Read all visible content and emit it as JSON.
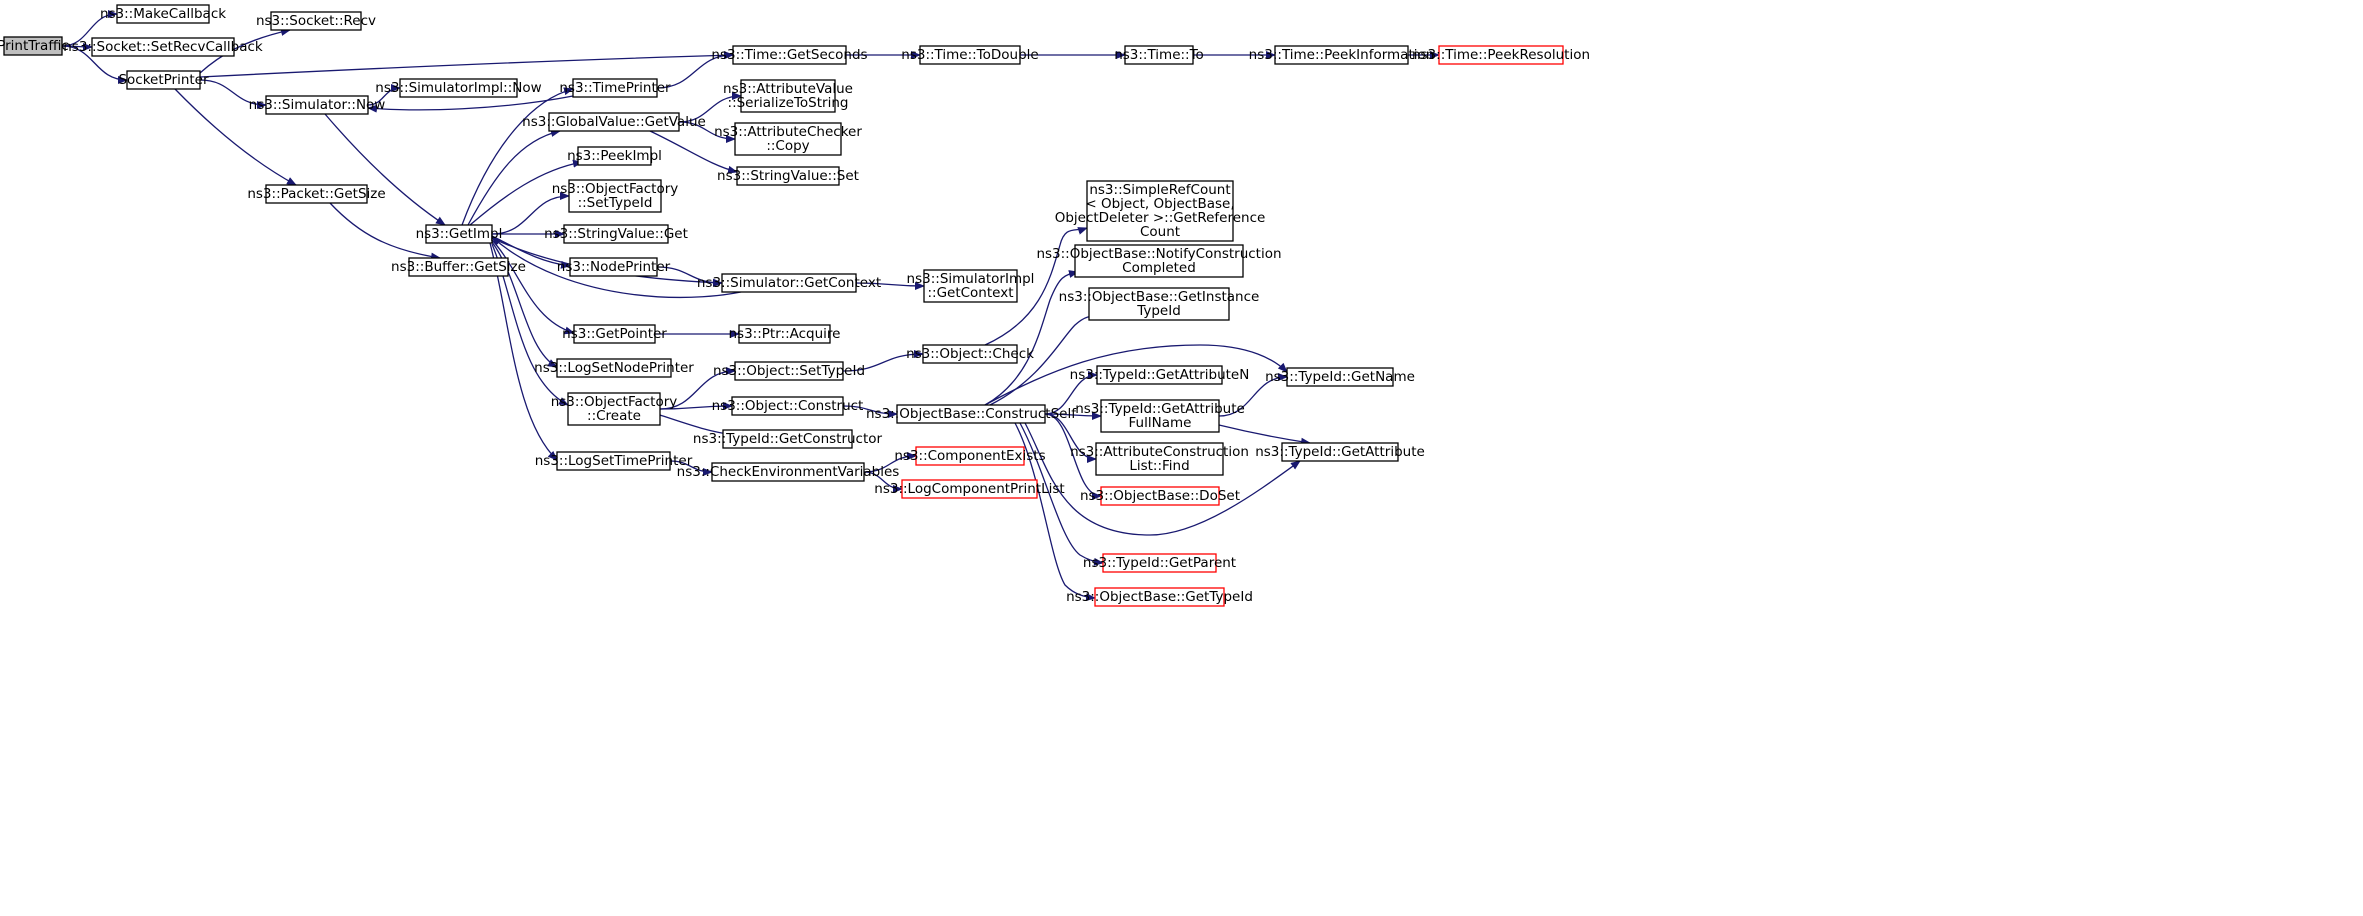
{
  "diagram": {
    "edge_color": "#191970",
    "root_fill": "#bfbfbf",
    "truncated_border": "#ff0000",
    "nodes": [
      {
        "id": "PrintTraffic",
        "lines": [
          "PrintTraffic"
        ],
        "root": true
      },
      {
        "id": "MakeCallback",
        "lines": [
          "ns3::MakeCallback"
        ]
      },
      {
        "id": "SetRecvCallback",
        "lines": [
          "ns3::Socket::SetRecvCallback"
        ]
      },
      {
        "id": "SocketPrinter",
        "lines": [
          "SocketPrinter"
        ]
      },
      {
        "id": "SocketRecv",
        "lines": [
          "ns3::Socket::Recv"
        ]
      },
      {
        "id": "TimeGetSeconds",
        "lines": [
          "ns3::Time::GetSeconds"
        ]
      },
      {
        "id": "SimulatorNow",
        "lines": [
          "ns3::Simulator::Now"
        ]
      },
      {
        "id": "PacketGetSize",
        "lines": [
          "ns3::Packet::GetSize"
        ]
      },
      {
        "id": "SimulatorImplNow",
        "lines": [
          "ns3::SimulatorImpl::Now"
        ]
      },
      {
        "id": "GetImpl",
        "lines": [
          "ns3::GetImpl"
        ]
      },
      {
        "id": "BufferGetSize",
        "lines": [
          "ns3::Buffer::GetSize"
        ]
      },
      {
        "id": "TimePrinter",
        "lines": [
          "ns3::TimePrinter"
        ]
      },
      {
        "id": "GlobalValueGetValue",
        "lines": [
          "ns3::GlobalValue::GetValue"
        ]
      },
      {
        "id": "PeekImpl",
        "lines": [
          "ns3::PeekImpl"
        ]
      },
      {
        "id": "ObjectFactorySetTypeId",
        "lines": [
          "ns3::ObjectFactory",
          "::SetTypeId"
        ]
      },
      {
        "id": "StringValueGet",
        "lines": [
          "ns3::StringValue::Get"
        ]
      },
      {
        "id": "NodePrinter",
        "lines": [
          "ns3::NodePrinter"
        ]
      },
      {
        "id": "GetPointer",
        "lines": [
          "ns3::GetPointer"
        ]
      },
      {
        "id": "LogSetNodePrinter",
        "lines": [
          "ns3::LogSetNodePrinter"
        ]
      },
      {
        "id": "ObjectFactoryCreate",
        "lines": [
          "ns3::ObjectFactory",
          "::Create"
        ]
      },
      {
        "id": "LogSetTimePrinter",
        "lines": [
          "ns3::LogSetTimePrinter"
        ]
      },
      {
        "id": "TimeToDouble",
        "lines": [
          "ns3::Time::ToDouble"
        ]
      },
      {
        "id": "TimeTo",
        "lines": [
          "ns3::Time::To"
        ]
      },
      {
        "id": "TimePeekInformation",
        "lines": [
          "ns3::Time::PeekInformation"
        ]
      },
      {
        "id": "TimePeekResolution",
        "lines": [
          "ns3::Time::PeekResolution"
        ],
        "truncated": true
      },
      {
        "id": "AttributeValueSerializeToString",
        "lines": [
          "ns3::AttributeValue",
          "::SerializeToString"
        ]
      },
      {
        "id": "AttributeCheckerCopy",
        "lines": [
          "ns3::AttributeChecker",
          "::Copy"
        ]
      },
      {
        "id": "StringValueSet",
        "lines": [
          "ns3::StringValue::Set"
        ]
      },
      {
        "id": "SimulatorGetContext",
        "lines": [
          "ns3::Simulator::GetContext"
        ]
      },
      {
        "id": "SimulatorImplGetContext",
        "lines": [
          "ns3::SimulatorImpl",
          "::GetContext"
        ]
      },
      {
        "id": "PtrAcquire",
        "lines": [
          "ns3::Ptr::Acquire"
        ]
      },
      {
        "id": "ObjectSetTypeId",
        "lines": [
          "ns3::Object::SetTypeId"
        ]
      },
      {
        "id": "ObjectConstruct",
        "lines": [
          "ns3::Object::Construct"
        ]
      },
      {
        "id": "TypeIdGetConstructor",
        "lines": [
          "ns3::TypeId::GetConstructor"
        ]
      },
      {
        "id": "CheckEnvironmentVariables",
        "lines": [
          "ns3::CheckEnvironmentVariables"
        ]
      },
      {
        "id": "ObjectCheck",
        "lines": [
          "ns3::Object::Check"
        ]
      },
      {
        "id": "ObjectBaseConstructSelf",
        "lines": [
          "ns3::ObjectBase::ConstructSelf"
        ]
      },
      {
        "id": "ComponentExists",
        "lines": [
          "ns3::ComponentExists"
        ],
        "truncated": true
      },
      {
        "id": "LogComponentPrintList",
        "lines": [
          "ns3::LogComponentPrintList"
        ],
        "truncated": true
      },
      {
        "id": "SimpleRefCountGetReferenceCount",
        "lines": [
          "ns3::SimpleRefCount",
          "< Object, ObjectBase,",
          "ObjectDeleter >::GetReference",
          "Count"
        ]
      },
      {
        "id": "ObjectBaseNotifyConstructionCompleted",
        "lines": [
          "ns3::ObjectBase::NotifyConstruction",
          "Completed"
        ]
      },
      {
        "id": "ObjectBaseGetInstanceTypeId",
        "lines": [
          "ns3::ObjectBase::GetInstance",
          "TypeId"
        ]
      },
      {
        "id": "TypeIdGetAttributeN",
        "lines": [
          "ns3::TypeId::GetAttributeN"
        ]
      },
      {
        "id": "TypeIdGetAttributeFullName",
        "lines": [
          "ns3::TypeId::GetAttribute",
          "FullName"
        ]
      },
      {
        "id": "AttributeConstructionListFind",
        "lines": [
          "ns3::AttributeConstruction",
          "List::Find"
        ]
      },
      {
        "id": "ObjectBaseDoSet",
        "lines": [
          "ns3::ObjectBase::DoSet"
        ],
        "truncated": true
      },
      {
        "id": "TypeIdGetParent",
        "lines": [
          "ns3::TypeId::GetParent"
        ],
        "truncated": true
      },
      {
        "id": "ObjectBaseGetTypeId",
        "lines": [
          "ns3::ObjectBase::GetTypeId"
        ],
        "truncated": true
      },
      {
        "id": "TypeIdGetName",
        "lines": [
          "ns3::TypeId::GetName"
        ]
      },
      {
        "id": "TypeIdGetAttribute",
        "lines": [
          "ns3::TypeId::GetAttribute"
        ]
      }
    ],
    "edges": [
      [
        "PrintTraffic",
        "MakeCallback"
      ],
      [
        "PrintTraffic",
        "SetRecvCallback"
      ],
      [
        "PrintTraffic",
        "SocketPrinter"
      ],
      [
        "SocketPrinter",
        "SocketRecv"
      ],
      [
        "SocketPrinter",
        "TimeGetSeconds"
      ],
      [
        "SocketPrinter",
        "SimulatorNow"
      ],
      [
        "SocketPrinter",
        "PacketGetSize"
      ],
      [
        "SimulatorNow",
        "SimulatorImplNow"
      ],
      [
        "SimulatorNow",
        "GetImpl"
      ],
      [
        "PacketGetSize",
        "BufferGetSize"
      ],
      [
        "GetImpl",
        "TimePrinter"
      ],
      [
        "GetImpl",
        "GlobalValueGetValue"
      ],
      [
        "GetImpl",
        "PeekImpl"
      ],
      [
        "GetImpl",
        "ObjectFactorySetTypeId"
      ],
      [
        "GetImpl",
        "StringValueGet"
      ],
      [
        "GetImpl",
        "NodePrinter"
      ],
      [
        "GetImpl",
        "SimulatorGetContext"
      ],
      [
        "GetImpl",
        "GetPointer"
      ],
      [
        "GetImpl",
        "LogSetNodePrinter"
      ],
      [
        "GetImpl",
        "ObjectFactoryCreate"
      ],
      [
        "GetImpl",
        "LogSetTimePrinter"
      ],
      [
        "TimePrinter",
        "TimeGetSeconds"
      ],
      [
        "TimePrinter",
        "SimulatorNow"
      ],
      [
        "TimeGetSeconds",
        "TimeToDouble"
      ],
      [
        "TimeToDouble",
        "TimeTo"
      ],
      [
        "TimeTo",
        "TimePeekInformation"
      ],
      [
        "TimePeekInformation",
        "TimePeekResolution"
      ],
      [
        "GlobalValueGetValue",
        "AttributeValueSerializeToString"
      ],
      [
        "GlobalValueGetValue",
        "AttributeCheckerCopy"
      ],
      [
        "GlobalValueGetValue",
        "StringValueSet"
      ],
      [
        "NodePrinter",
        "SimulatorGetContext"
      ],
      [
        "SimulatorGetContext",
        "GetImpl"
      ],
      [
        "SimulatorGetContext",
        "SimulatorImplGetContext"
      ],
      [
        "GetPointer",
        "PtrAcquire"
      ],
      [
        "ObjectFactoryCreate",
        "ObjectSetTypeId"
      ],
      [
        "ObjectFactoryCreate",
        "ObjectConstruct"
      ],
      [
        "ObjectFactoryCreate",
        "TypeIdGetConstructor"
      ],
      [
        "LogSetTimePrinter",
        "CheckEnvironmentVariables"
      ],
      [
        "ObjectSetTypeId",
        "ObjectCheck"
      ],
      [
        "ObjectCheck",
        "SimpleRefCountGetReferenceCount"
      ],
      [
        "ObjectConstruct",
        "ObjectBaseConstructSelf"
      ],
      [
        "CheckEnvironmentVariables",
        "ComponentExists"
      ],
      [
        "CheckEnvironmentVariables",
        "LogComponentPrintList"
      ],
      [
        "ObjectBaseConstructSelf",
        "ObjectBaseNotifyConstructionCompleted"
      ],
      [
        "ObjectBaseConstructSelf",
        "ObjectBaseGetInstanceTypeId"
      ],
      [
        "ObjectBaseConstructSelf",
        "TypeIdGetName"
      ],
      [
        "ObjectBaseConstructSelf",
        "TypeIdGetAttributeN"
      ],
      [
        "ObjectBaseConstructSelf",
        "TypeIdGetAttributeFullName"
      ],
      [
        "ObjectBaseConstructSelf",
        "AttributeConstructionListFind"
      ],
      [
        "ObjectBaseConstructSelf",
        "ObjectBaseDoSet"
      ],
      [
        "ObjectBaseConstructSelf",
        "TypeIdGetAttribute"
      ],
      [
        "ObjectBaseConstructSelf",
        "TypeIdGetParent"
      ],
      [
        "ObjectBaseConstructSelf",
        "ObjectBaseGetTypeId"
      ],
      [
        "TypeIdGetAttributeFullName",
        "TypeIdGetName"
      ],
      [
        "TypeIdGetAttributeFullName",
        "TypeIdGetAttribute"
      ]
    ]
  }
}
